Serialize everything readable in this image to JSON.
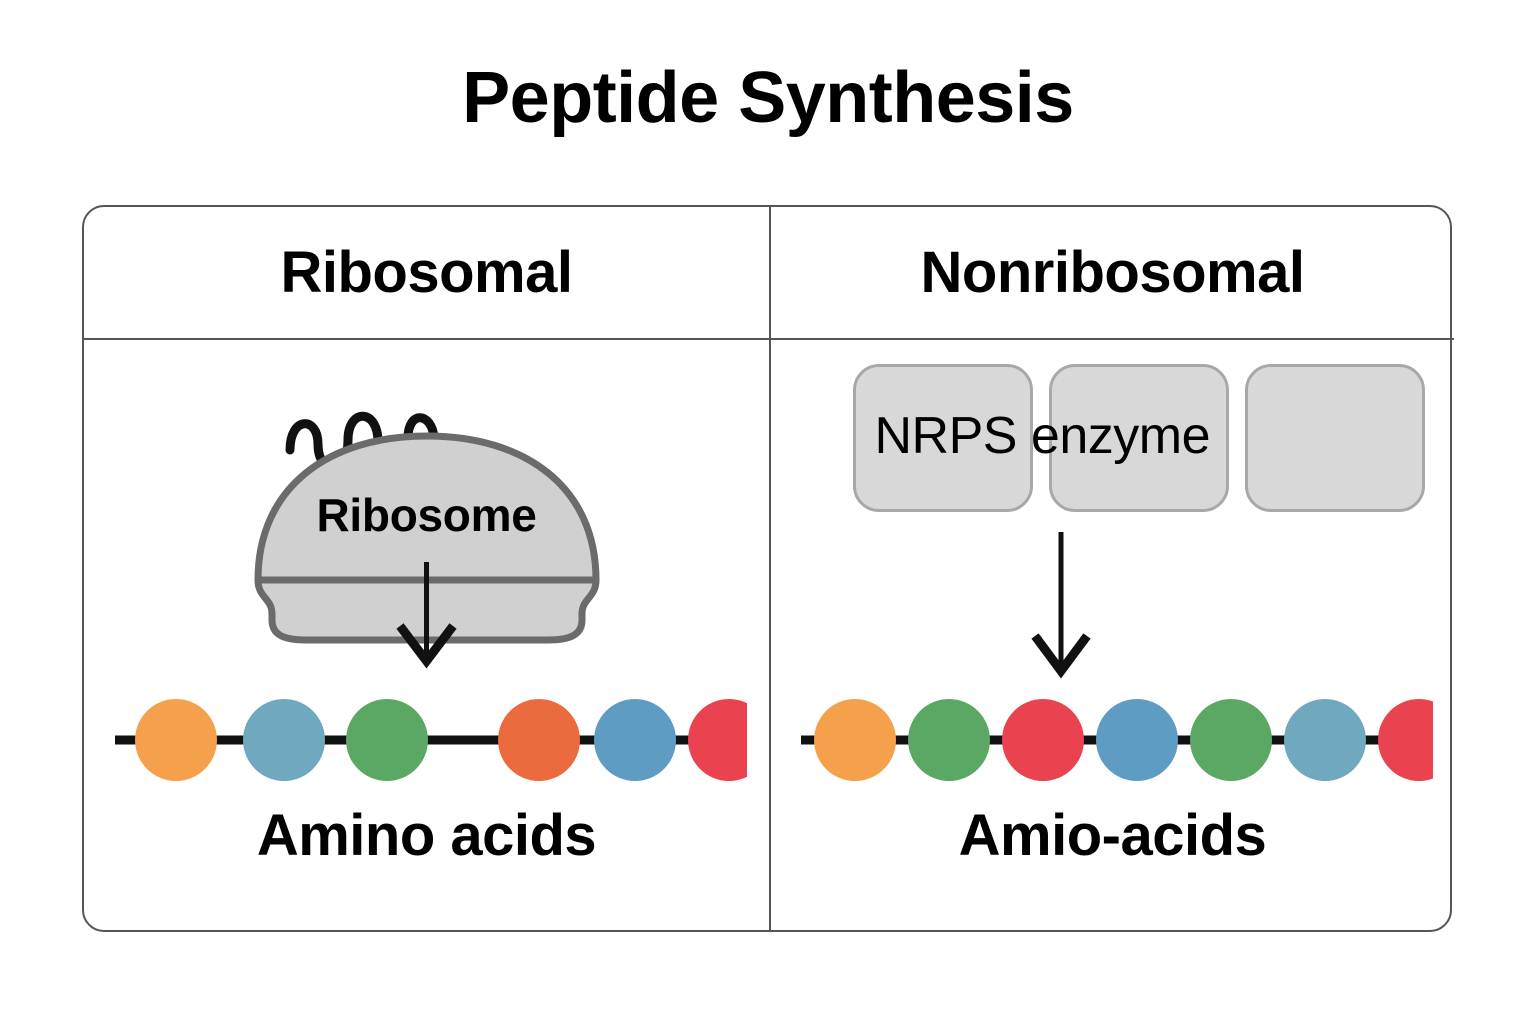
{
  "title": "Peptide Synthesis",
  "colors": {
    "background": "#ffffff",
    "text": "#000000",
    "border": "#555555",
    "shape_fill": "#d0d0d0",
    "shape_stroke": "#6b6b6b",
    "module_fill": "#d8d8d8",
    "module_stroke": "#a8a8a8",
    "chain_line": "#111111",
    "amber": "#f5a04a",
    "steel_blue": "#6fa8bf",
    "green": "#5ba864",
    "orange": "#ec6b3e",
    "red": "#e8434e",
    "blue": "#5e9cc4"
  },
  "columns": [
    {
      "id": "ribosomal",
      "header": "Ribosomal",
      "machinery": {
        "type": "ribosome",
        "label": "Ribosome",
        "has_mrna_squiggle": true
      },
      "arrow": {
        "direction": "down",
        "from": "ribosome",
        "to": "peptide-chain"
      },
      "chain": {
        "caption": "Amino acids",
        "residues": [
          {
            "index": 1,
            "color": "#f5a04a",
            "name": "amber"
          },
          {
            "index": 2,
            "color": "#6fa8bf",
            "name": "steel-blue"
          },
          {
            "index": 3,
            "color": "#5ba864",
            "name": "green"
          },
          {
            "index": 4,
            "color": "#ec6b3e",
            "name": "orange"
          },
          {
            "index": 5,
            "color": "#5e9cc4",
            "name": "blue"
          },
          {
            "index": 6,
            "color": "#e8434e",
            "name": "red"
          }
        ],
        "arrow_target_gap_after": 3
      }
    },
    {
      "id": "nonribosomal",
      "header": "Nonribosomal",
      "machinery": {
        "type": "nrps-modules",
        "label": "NRPS enzyme",
        "module_count": 3
      },
      "arrow": {
        "direction": "down",
        "from": "nrps-module-2",
        "to": "peptide-chain"
      },
      "chain": {
        "caption": "Amio-acids",
        "residues": [
          {
            "index": 1,
            "color": "#f5a04a",
            "name": "amber"
          },
          {
            "index": 2,
            "color": "#5ba864",
            "name": "green"
          },
          {
            "index": 3,
            "color": "#e8434e",
            "name": "red"
          },
          {
            "index": 4,
            "color": "#5e9cc4",
            "name": "blue"
          },
          {
            "index": 5,
            "color": "#5ba864",
            "name": "green"
          },
          {
            "index": 6,
            "color": "#6fa8bf",
            "name": "steel-blue"
          },
          {
            "index": 7,
            "color": "#e8434e",
            "name": "red"
          }
        ],
        "arrow_target_index": 4
      }
    }
  ]
}
